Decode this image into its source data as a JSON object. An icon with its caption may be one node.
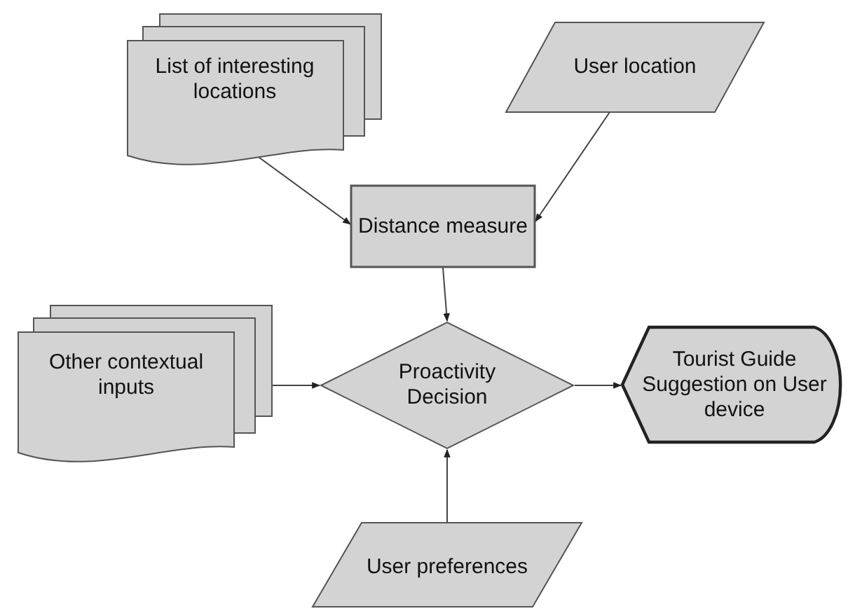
{
  "diagram": {
    "nodes": [
      {
        "text": [
          "List of interesting locations"
        ]
      },
      {
        "text": [
          "User location"
        ]
      },
      {
        "text": [
          "Distance measure"
        ]
      },
      {
        "text": [
          "Other contextual inputs"
        ]
      },
      {
        "text": [
          "Proactivity Decision"
        ]
      },
      {
        "text": [
          "Tourist Guide Suggestion on User device"
        ]
      },
      {
        "text": [
          "User preferences"
        ]
      }
    ],
    "edges": [
      {
        "from": 0,
        "to": 2,
        "arrow": "to"
      },
      {
        "from": 1,
        "to": 2,
        "arrow": "to"
      },
      {
        "from": 2,
        "to": 4,
        "arrow": "to"
      },
      {
        "from": 3,
        "to": 4,
        "arrow": "to"
      },
      {
        "from": 4,
        "to": 5,
        "arrow": "to"
      },
      {
        "from": 6,
        "to": 4,
        "arrow": "to"
      }
    ]
  }
}
